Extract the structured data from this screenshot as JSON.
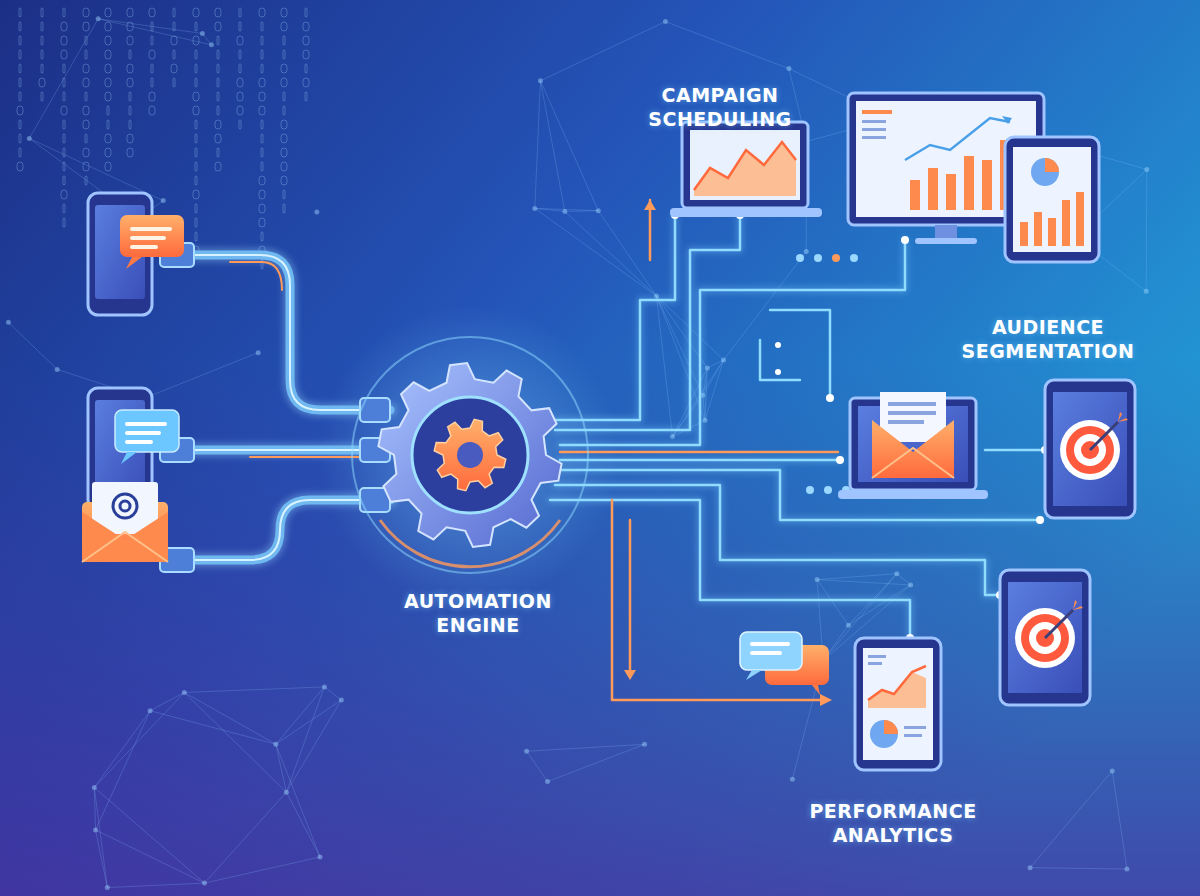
{
  "diagram": {
    "labels": [
      "CAMPAIGN SCHEDULING",
      "AUDIENCE SEGMENTATION",
      "AUTOMATION ENGINE",
      "PERFORMANCE ANALYTICS"
    ]
  }
}
